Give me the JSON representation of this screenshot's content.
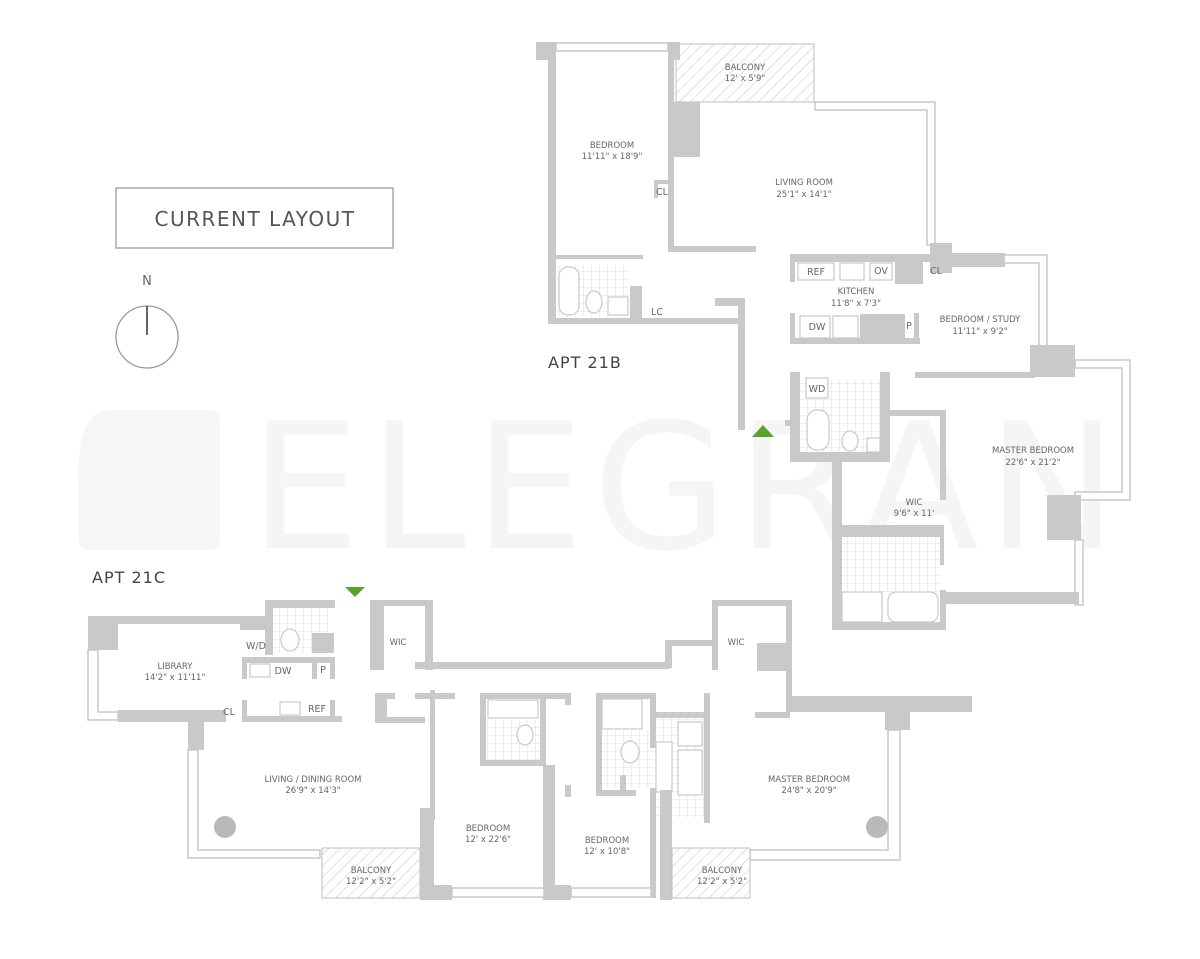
{
  "header": {
    "title": "CURRENT LAYOUT"
  },
  "compass": {
    "label": "N",
    "icon": "north-arrow-icon"
  },
  "watermark": {
    "text": "ELEGRAN"
  },
  "colors": {
    "wall": "#c9c9c9",
    "text": "#555555",
    "entry_marker": "#5ca22e"
  },
  "apt_21b": {
    "label": "APT 21B",
    "rooms": [
      {
        "name": "BALCONY",
        "dims": "12' x 5'9\""
      },
      {
        "name": "BEDROOM",
        "dims": "11'11\" x 18'9\""
      },
      {
        "name": "LIVING ROOM",
        "dims": "25'1\" x 14'1\""
      },
      {
        "name": "KITCHEN",
        "dims": "11'8\" x 7'3\""
      },
      {
        "name": "BEDROOM / STUDY",
        "dims": "11'11\" x 9'2\""
      },
      {
        "name": "MASTER BEDROOM",
        "dims": "22'6\" x 21'2\""
      },
      {
        "name": "WIC",
        "dims": "9'6\" x 11'"
      }
    ],
    "fixtures": {
      "cl1": "CL",
      "cl2": "CL",
      "lc": "LC",
      "ref": "REF",
      "ov": "OV",
      "dw": "DW",
      "p": "P",
      "wd": "WD"
    }
  },
  "apt_21c": {
    "label": "APT 21C",
    "rooms": [
      {
        "name": "LIBRARY",
        "dims": "14'2\" x 11'11\""
      },
      {
        "name": "LIVING / DINING ROOM",
        "dims": "26'9\" x 14'3\""
      },
      {
        "name": "BALCONY",
        "dims": "12'2\" x 5'2\""
      },
      {
        "name": "BEDROOM",
        "dims": "12' x 22'6\""
      },
      {
        "name": "BEDROOM",
        "dims": "12' x 10'8\""
      },
      {
        "name": "BALCONY",
        "dims": "12'2\" x 5'2\""
      },
      {
        "name": "MASTER BEDROOM",
        "dims": "24'8\" x 20'9\""
      }
    ],
    "fixtures": {
      "wd": "W/D",
      "dw": "DW",
      "p": "P",
      "cl": "CL",
      "ref": "REF",
      "wic1": "WIC",
      "wic2": "WIC"
    }
  }
}
